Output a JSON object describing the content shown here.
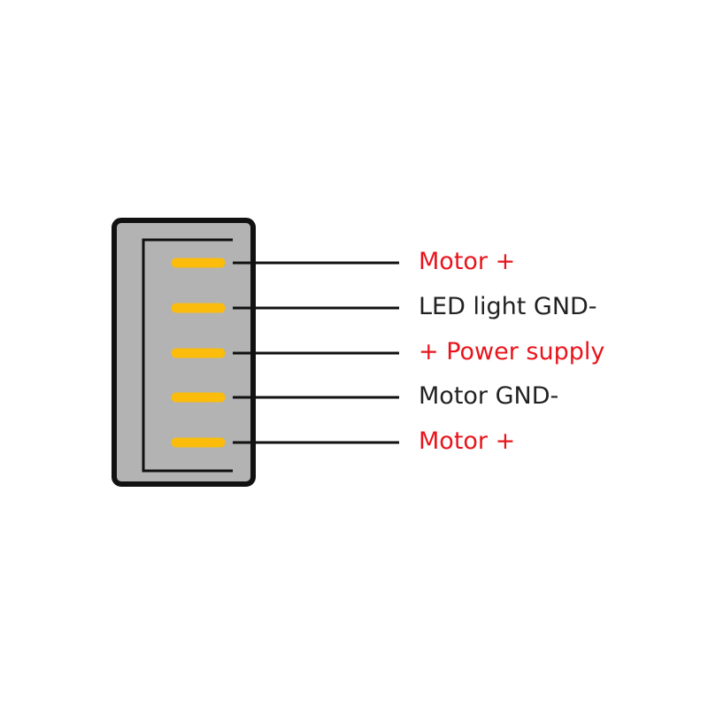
{
  "colors": {
    "housing_fill": "#b3b3b3",
    "housing_border": "#111111",
    "pin": "#fbbc0c",
    "wire": "#111111",
    "red_label": "#e8141b",
    "dark_label": "#222222"
  },
  "pins": [
    {
      "label": "Motor +",
      "color": "red"
    },
    {
      "label": "LED light GND-",
      "color": "dark"
    },
    {
      "label": "+ Power supply",
      "color": "red"
    },
    {
      "label": "Motor GND-",
      "color": "dark"
    },
    {
      "label": "Motor +",
      "color": "red"
    }
  ]
}
